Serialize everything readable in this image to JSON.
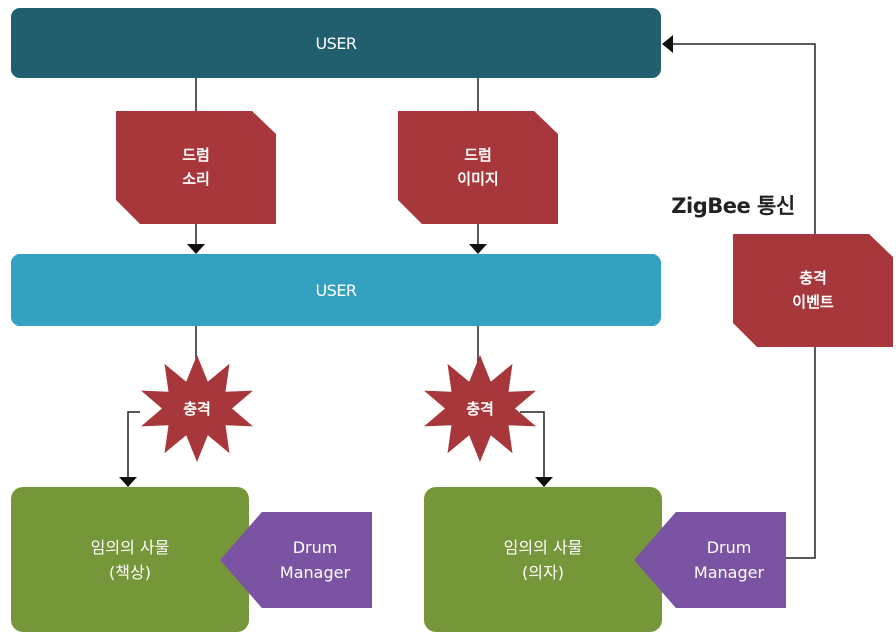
{
  "top_bar": {
    "label": "USER"
  },
  "mid_bar": {
    "label": "USER"
  },
  "notes": {
    "drum_sound": {
      "line1": "드럼",
      "line2": "소리"
    },
    "drum_image": {
      "line1": "드럼",
      "line2": "이미지"
    },
    "impact_event": {
      "line1": "충격",
      "line2": "이벤트"
    }
  },
  "zigbee_label": "ZigBee 통신",
  "bursts": {
    "left": "충격",
    "right": "충격"
  },
  "things": {
    "desk": {
      "line1": "임의의 사물",
      "line2": "(책상)"
    },
    "chair": {
      "line1": "임의의 사물",
      "line2": "(의자)"
    }
  },
  "managers": {
    "left": {
      "line1": "Drum",
      "line2": "Manager"
    },
    "right": {
      "line1": "Drum",
      "line2": "Manager"
    }
  },
  "colors": {
    "top_bar": "#215e6e",
    "mid_bar": "#35a1c1",
    "note": "#a8373b",
    "burst": "#a8373b",
    "thing": "#76963a",
    "manager": "#7b53a3"
  }
}
